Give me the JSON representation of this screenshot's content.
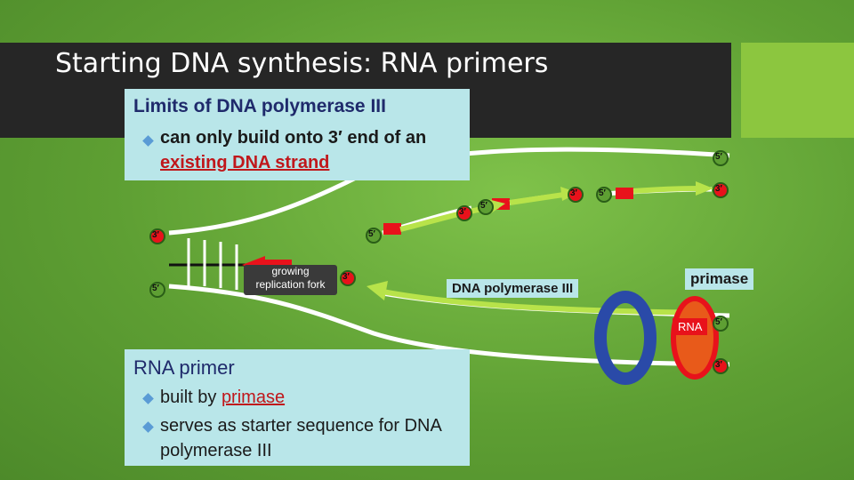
{
  "title": "Starting DNA synthesis: RNA primers",
  "box1": {
    "heading": "Limits of DNA polymerase III",
    "bullet_prefix": "can only build onto 3′ end of an ",
    "bullet_highlight": "existing DNA strand"
  },
  "box2": {
    "heading": "RNA primer",
    "bullet1_prefix": "built by ",
    "bullet1_highlight": "primase",
    "bullet2": "serves as starter sequence for DNA polymerase III"
  },
  "diagram": {
    "fork_label_line1": "growing",
    "fork_label_line2": "replication fork",
    "dna_pol_label": "DNA polymerase III",
    "primase_label": "primase",
    "rna_label": "RNA",
    "end5": "5′",
    "end3": "3′",
    "colors": {
      "strand": "#ffffff",
      "primer": "#e8121b",
      "arrow": "#b8e34a",
      "polymerase": "#2a4aa8",
      "primase": "#e85a1a"
    }
  }
}
